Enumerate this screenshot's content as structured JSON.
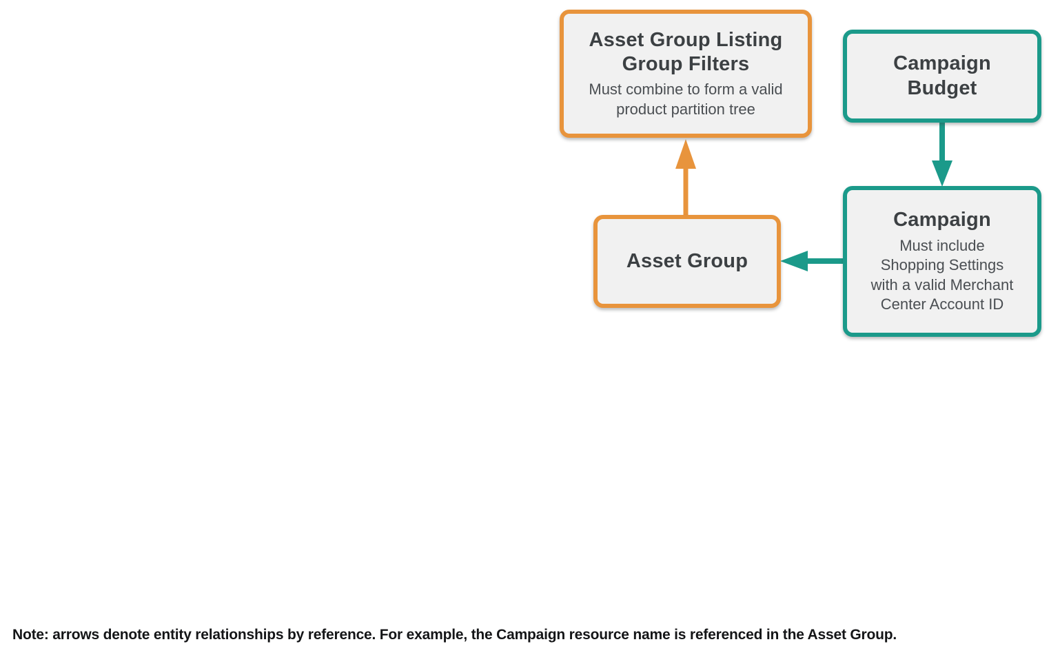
{
  "diagram": {
    "boxes": [
      {
        "id": "asset-group-listing-group-filters",
        "title": "Asset Group Listing Group Filters",
        "subtitle": "Must combine to form a valid product partition tree",
        "scheme": "orange"
      },
      {
        "id": "campaign-budget",
        "title": "Campaign Budget",
        "subtitle": "",
        "scheme": "teal"
      },
      {
        "id": "campaign",
        "title": "Campaign",
        "subtitle": "Must include Shopping Settings with a valid Merchant Center Account ID",
        "scheme": "teal"
      },
      {
        "id": "asset-group",
        "title": "Asset Group",
        "subtitle": "",
        "scheme": "orange"
      }
    ],
    "edges": [
      {
        "from": "asset-group",
        "to": "asset-group-listing-group-filters",
        "color": "#E8943C",
        "direction": "up"
      },
      {
        "from": "campaign-budget",
        "to": "campaign",
        "color": "#1B9A8A",
        "direction": "down"
      },
      {
        "from": "campaign",
        "to": "asset-group",
        "color": "#1B9A8A",
        "direction": "left"
      }
    ],
    "colors": {
      "orange": "#E8943C",
      "teal": "#1B9A8A",
      "box_fill": "#F1F1F1",
      "title_text": "#3C4043",
      "subtitle_text": "#4A4E52"
    }
  },
  "note": {
    "text": "Note: arrows denote entity relationships by reference. For example, the Campaign resource name is referenced in the Asset Group."
  }
}
